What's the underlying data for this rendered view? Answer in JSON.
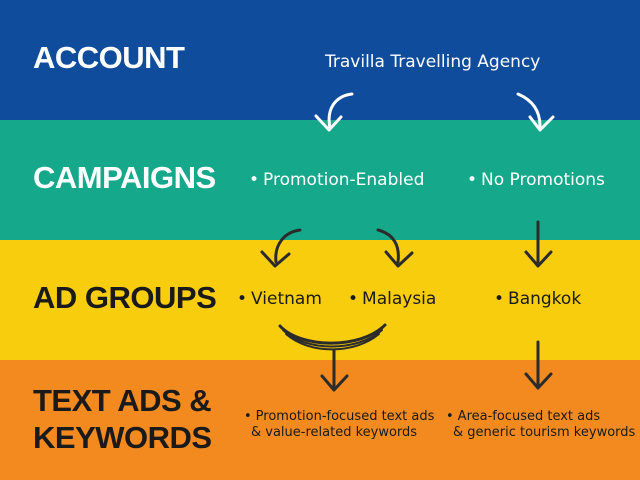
{
  "colors": {
    "account": "#0f4c9c",
    "campaigns": "#15a88a",
    "adgroups": "#f7cd0e",
    "textads": "#f28a1f",
    "arrow_light": "#ffffff",
    "arrow_dark": "#2b2b2b"
  },
  "levels": {
    "account": "ACCOUNT",
    "campaigns": "CAMPAIGNS",
    "adgroups": "AD GROUPS",
    "textads_line1": "TEXT ADS &",
    "textads_line2": "KEYWORDS"
  },
  "account_name": "Travilla Travelling Agency",
  "bullet": "•",
  "campaigns": [
    "Promotion-Enabled",
    "No Promotions"
  ],
  "adgroups": [
    "Vietnam",
    "Malaysia",
    "Bangkok"
  ],
  "textads": [
    {
      "line1": "Promotion-focused text ads",
      "line2": "& value-related keywords"
    },
    {
      "line1": "Area-focused text ads",
      "line2": "& generic tourism keywords"
    }
  ]
}
